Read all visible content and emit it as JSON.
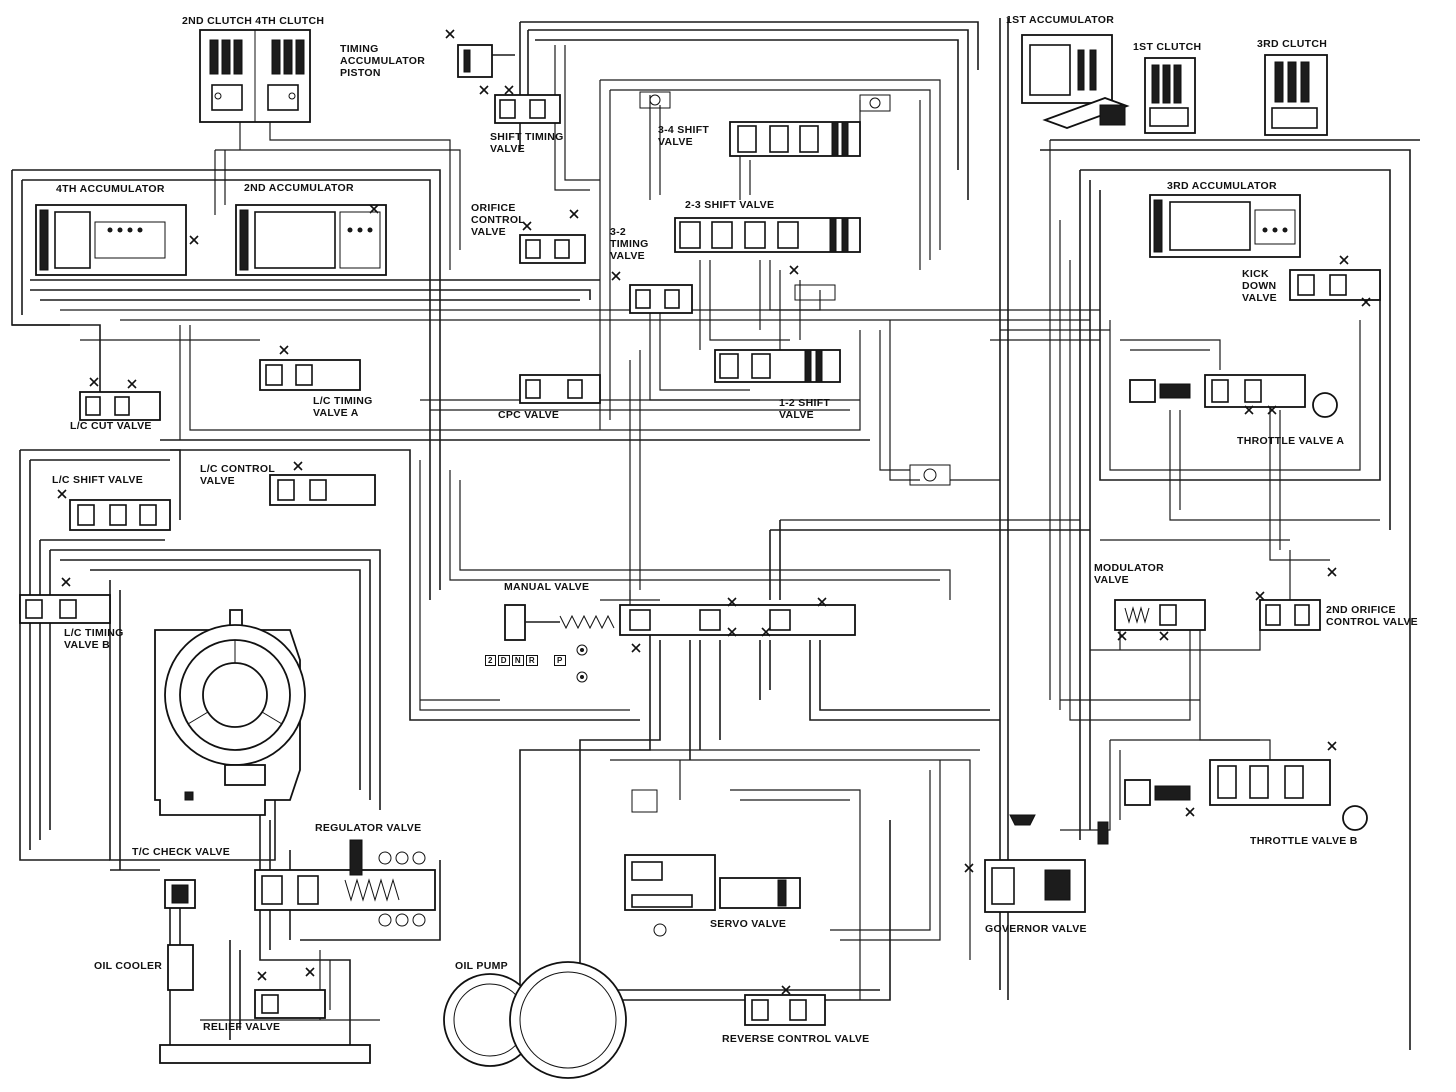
{
  "diagram": {
    "components": {
      "clutch_2nd_4th": "2ND CLUTCH 4TH CLUTCH",
      "timing_accumulator": "TIMING\nACCUMULATOR\nPISTON",
      "accumulator_1st": "1ST ACCUMULATOR",
      "clutch_1st": "1ST CLUTCH",
      "clutch_3rd": "3RD CLUTCH",
      "shift_timing_valve": "SHIFT TIMING\nVALVE",
      "shift_valve_34": "3-4 SHIFT\nVALVE",
      "accumulator_4th": "4TH ACCUMULATOR",
      "accumulator_2nd": "2ND ACCUMULATOR",
      "orifice_control_valve": "ORIFICE\nCONTROL\nVALVE",
      "shift_valve_23": "2-3 SHIFT VALVE",
      "timing_valve_32": "3-2\nTIMING\nVALVE",
      "accumulator_3rd": "3RD ACCUMULATOR",
      "kick_down_valve": "KICK\nDOWN\nVALVE",
      "lc_cut_valve": "L/C CUT VALVE",
      "lc_timing_valve_a": "L/C TIMING\nVALVE A",
      "cpc_valve": "CPC VALVE",
      "shift_valve_12": "1-2 SHIFT\nVALVE",
      "throttle_valve_a": "THROTTLE VALVE A",
      "lc_shift_valve": "L/C SHIFT VALVE",
      "lc_control_valve": "L/C CONTROL\nVALVE",
      "manual_valve": "MANUAL VALVE",
      "modulator_valve": "MODULATOR\nVALVE",
      "orifice_control_valve_2nd": "2ND ORIFICE\nCONTROL VALVE",
      "lc_timing_valve_b": "L/C TIMING\nVALVE B",
      "regulator_valve": "REGULATOR VALVE",
      "tc_check_valve": "T/C CHECK VALVE",
      "throttle_valve_b": "THROTTLE VALVE B",
      "servo_valve": "SERVO VALVE",
      "governor_valve": "GOVERNOR VALVE",
      "oil_cooler": "OIL COOLER",
      "oil_pump": "OIL PUMP",
      "relief_valve": "RELIEF VALVE",
      "reverse_control_valve": "REVERSE CONTROL VALVE"
    },
    "shift_positions": [
      "2",
      "D",
      "N",
      "R",
      "P"
    ]
  }
}
